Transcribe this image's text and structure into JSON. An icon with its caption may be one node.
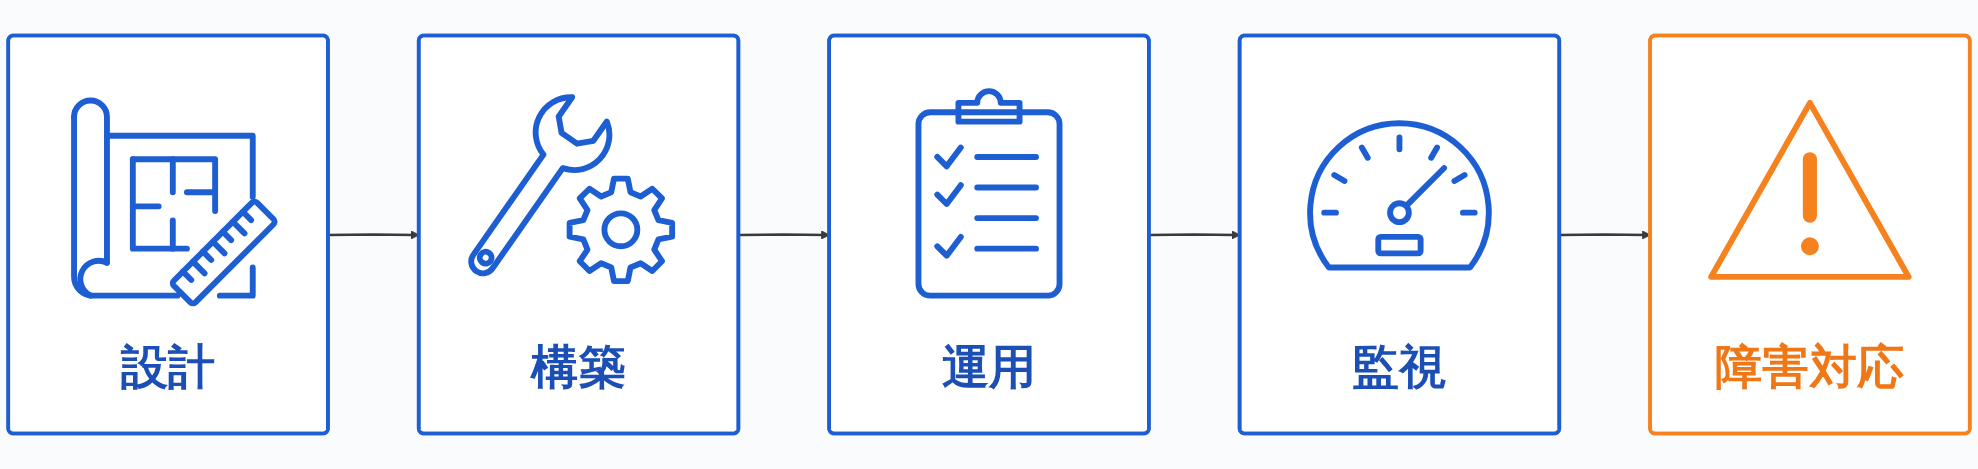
{
  "diagram": {
    "nodes": [
      {
        "text": [
          "設計"
        ]
      },
      {
        "text": [
          "構築"
        ]
      },
      {
        "text": [
          "運用"
        ]
      },
      {
        "text": [
          "監視"
        ]
      },
      {
        "text": [
          "障害対応"
        ]
      }
    ],
    "edges": [
      {
        "from": 0,
        "to": 1,
        "arrow": "to"
      },
      {
        "from": 1,
        "to": 2,
        "arrow": "to"
      },
      {
        "from": 2,
        "to": 3,
        "arrow": "to"
      },
      {
        "from": 3,
        "to": 4,
        "arrow": "to"
      }
    ]
  }
}
